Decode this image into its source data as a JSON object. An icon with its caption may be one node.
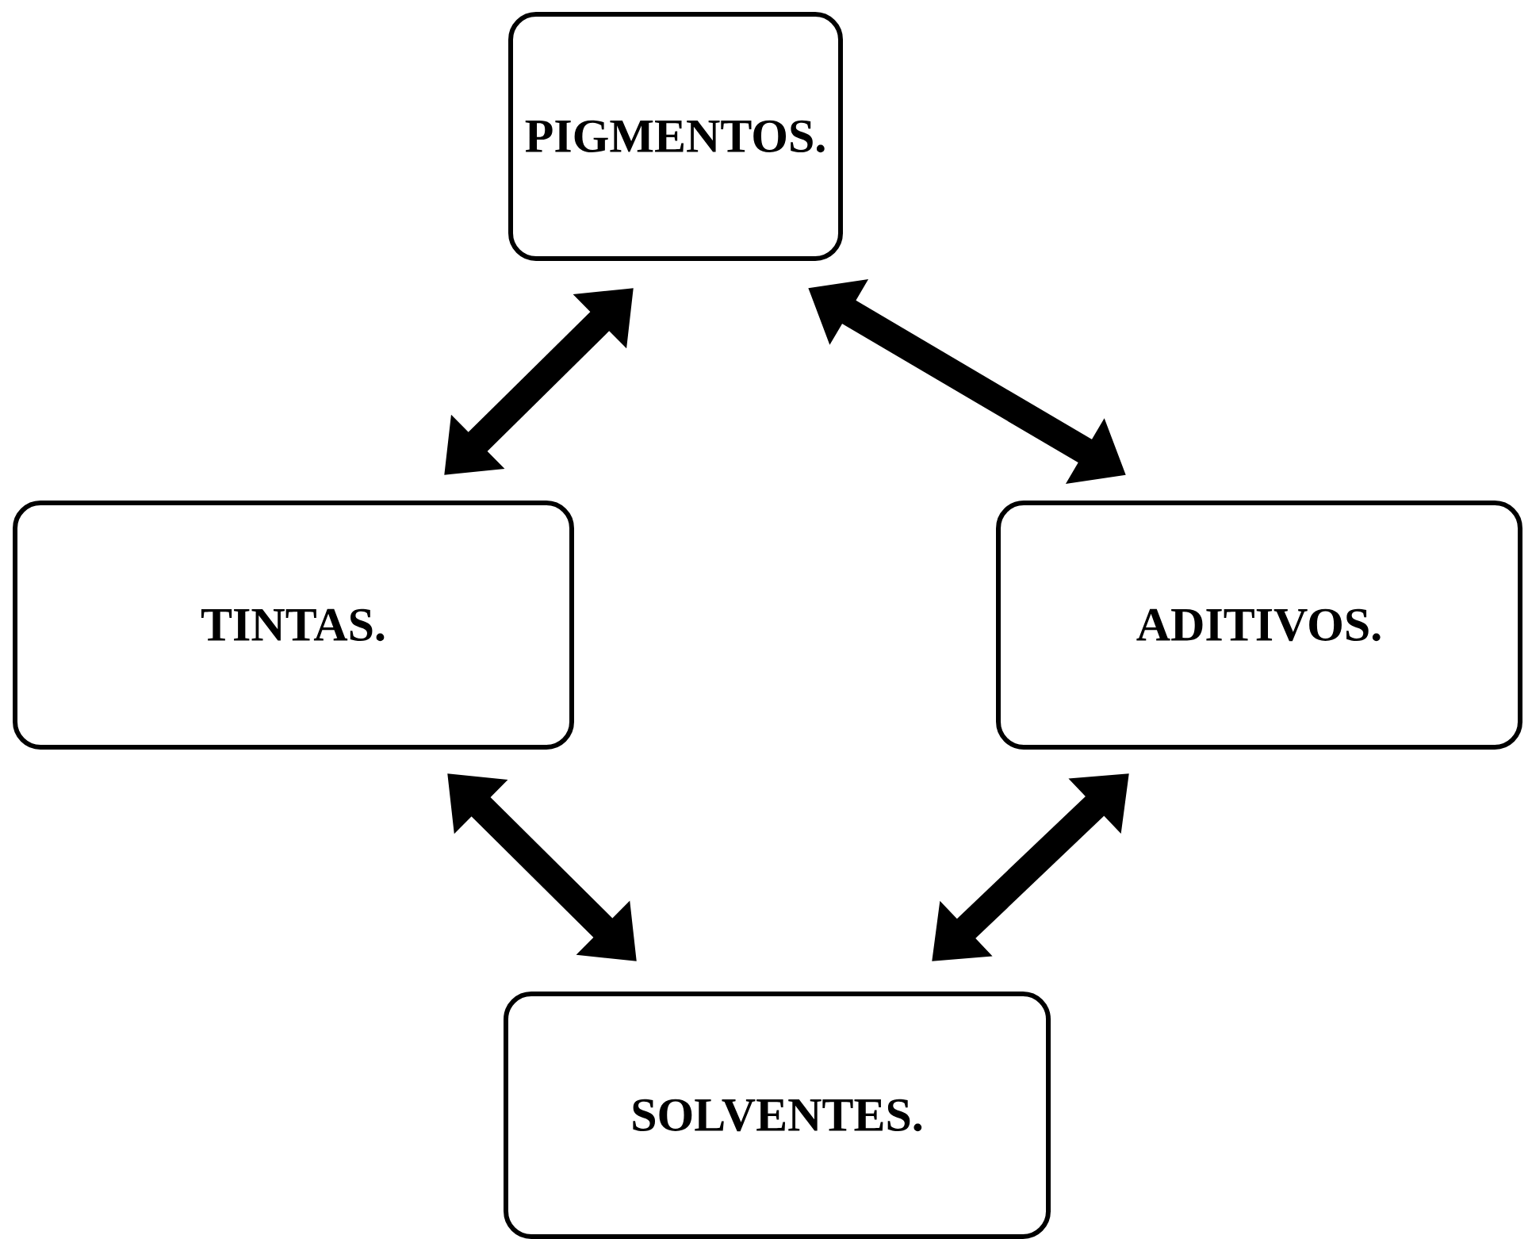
{
  "diagram": {
    "nodes": [
      {
        "text": [
          "PIGMENTOS."
        ]
      },
      {
        "text": [
          "TINTAS."
        ]
      },
      {
        "text": [
          "ADITIVOS."
        ]
      },
      {
        "text": [
          "SOLVENTES."
        ]
      }
    ],
    "edges": [
      {
        "from": 0,
        "to": 1,
        "arrow": "both"
      },
      {
        "from": 0,
        "to": 2,
        "arrow": "both"
      },
      {
        "from": 1,
        "to": 3,
        "arrow": "both"
      },
      {
        "from": 2,
        "to": 3,
        "arrow": "both"
      }
    ]
  }
}
